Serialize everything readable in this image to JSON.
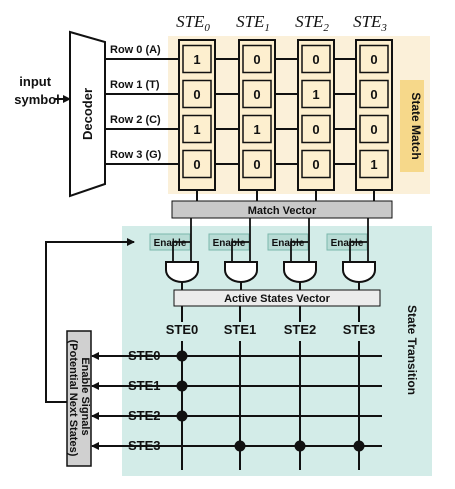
{
  "input_label": [
    "input",
    "symbol"
  ],
  "decoder_label": "Decoder",
  "rows": [
    "Row 0 (A)",
    "Row 1 (T)",
    "Row 2 (C)",
    "Row 3 (G)"
  ],
  "ste_headers": [
    {
      "base": "STE",
      "sub": "0"
    },
    {
      "base": "STE",
      "sub": "1"
    },
    {
      "base": "STE",
      "sub": "2"
    },
    {
      "base": "STE",
      "sub": "3"
    }
  ],
  "matrix": [
    [
      "1",
      "0",
      "0",
      "0"
    ],
    [
      "0",
      "0",
      "1",
      "0"
    ],
    [
      "1",
      "1",
      "0",
      "0"
    ],
    [
      "0",
      "0",
      "0",
      "1"
    ]
  ],
  "state_match_label": "State Match",
  "match_vector_label": "Match Vector",
  "enable_label": "Enable",
  "active_states_label": "Active States Vector",
  "state_transition_label": "State Transition",
  "column_labels": [
    "STE0",
    "STE1",
    "STE2",
    "STE3"
  ],
  "transition_rows": [
    "STE0",
    "STE1",
    "STE2",
    "STE3"
  ],
  "transition_connections": [
    [
      1,
      0,
      0,
      0
    ],
    [
      1,
      0,
      0,
      0
    ],
    [
      1,
      0,
      0,
      0
    ],
    [
      0,
      1,
      1,
      1
    ]
  ],
  "enable_signals_label": [
    "Enable Signals",
    "(Potential Next States)"
  ],
  "colors": {
    "state_match_bg": "#fbf0d9",
    "state_transition_bg": "#d3ece8",
    "cell_bg": "#fdefcf",
    "label_tag_bg": "#f6d88a",
    "enable_bg": "#b8dcd5",
    "bar_bg": "#c9c9c9",
    "active_bar_bg": "#ececec",
    "line": "#111111"
  }
}
